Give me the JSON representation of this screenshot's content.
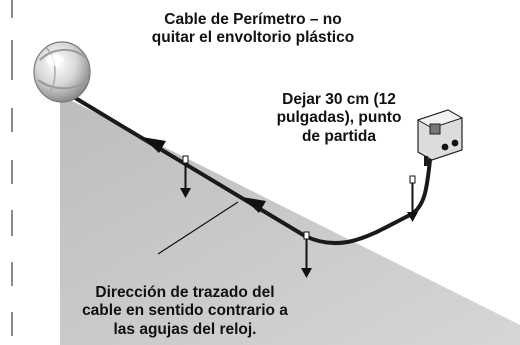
{
  "labels": {
    "cable_note": {
      "line1": "Cable de Perímetro – no",
      "line2": "quitar el envoltorio plástico"
    },
    "start_point": {
      "line1": "Dejar 30 cm (12",
      "line2": "pulgadas), punto",
      "line3": "de partida"
    },
    "direction": {
      "line1": "Dirección de trazado del",
      "line2": "cable en sentido contrario a",
      "line3": "las agujas del reloj."
    }
  },
  "colors": {
    "lawn": "#c9c9c9",
    "cable": "#1a1a1a",
    "border_dashes": "#8a8a8a"
  },
  "icons": [
    "cable-spool-icon",
    "connector-icon",
    "stake-icon",
    "direction-arrow-icon"
  ]
}
